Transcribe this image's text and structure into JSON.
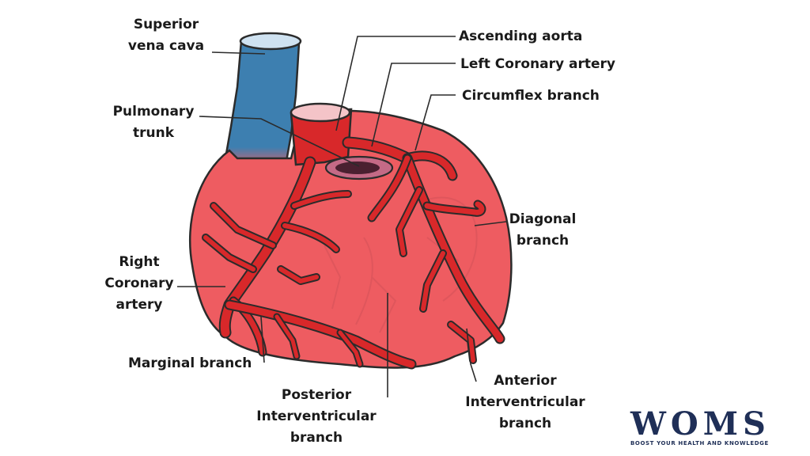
{
  "labels": {
    "superior_vena_cava": [
      "Superior",
      "vena cava"
    ],
    "pulmonary_trunk": [
      "Pulmonary",
      "trunk"
    ],
    "right_coronary_artery": [
      "Right",
      "Coronary",
      "artery"
    ],
    "marginal_branch": [
      "Marginal branch"
    ],
    "posterior_interventricular_branch": [
      "Posterior",
      "Interventricular",
      "branch"
    ],
    "anterior_interventricular_branch": [
      "Anterior",
      "Interventricular",
      "branch"
    ],
    "diagonal_branch": [
      "Diagonal",
      "branch"
    ],
    "circumflex_branch": [
      "Circumflex branch"
    ],
    "left_coronary_artery": [
      "Left Coronary artery"
    ],
    "ascending_aorta": [
      "Ascending aorta"
    ]
  },
  "logo": {
    "wordmark": "WOMS",
    "tagline": "BOOST YOUR HEALTH AND KNOWLEDGE"
  },
  "colors": {
    "heart": "#ee5c61",
    "heart_outline": "#2b2b2b",
    "artery": "#d8282a",
    "vena_cava": "#3d7fb0",
    "logo": "#1f2f57"
  }
}
